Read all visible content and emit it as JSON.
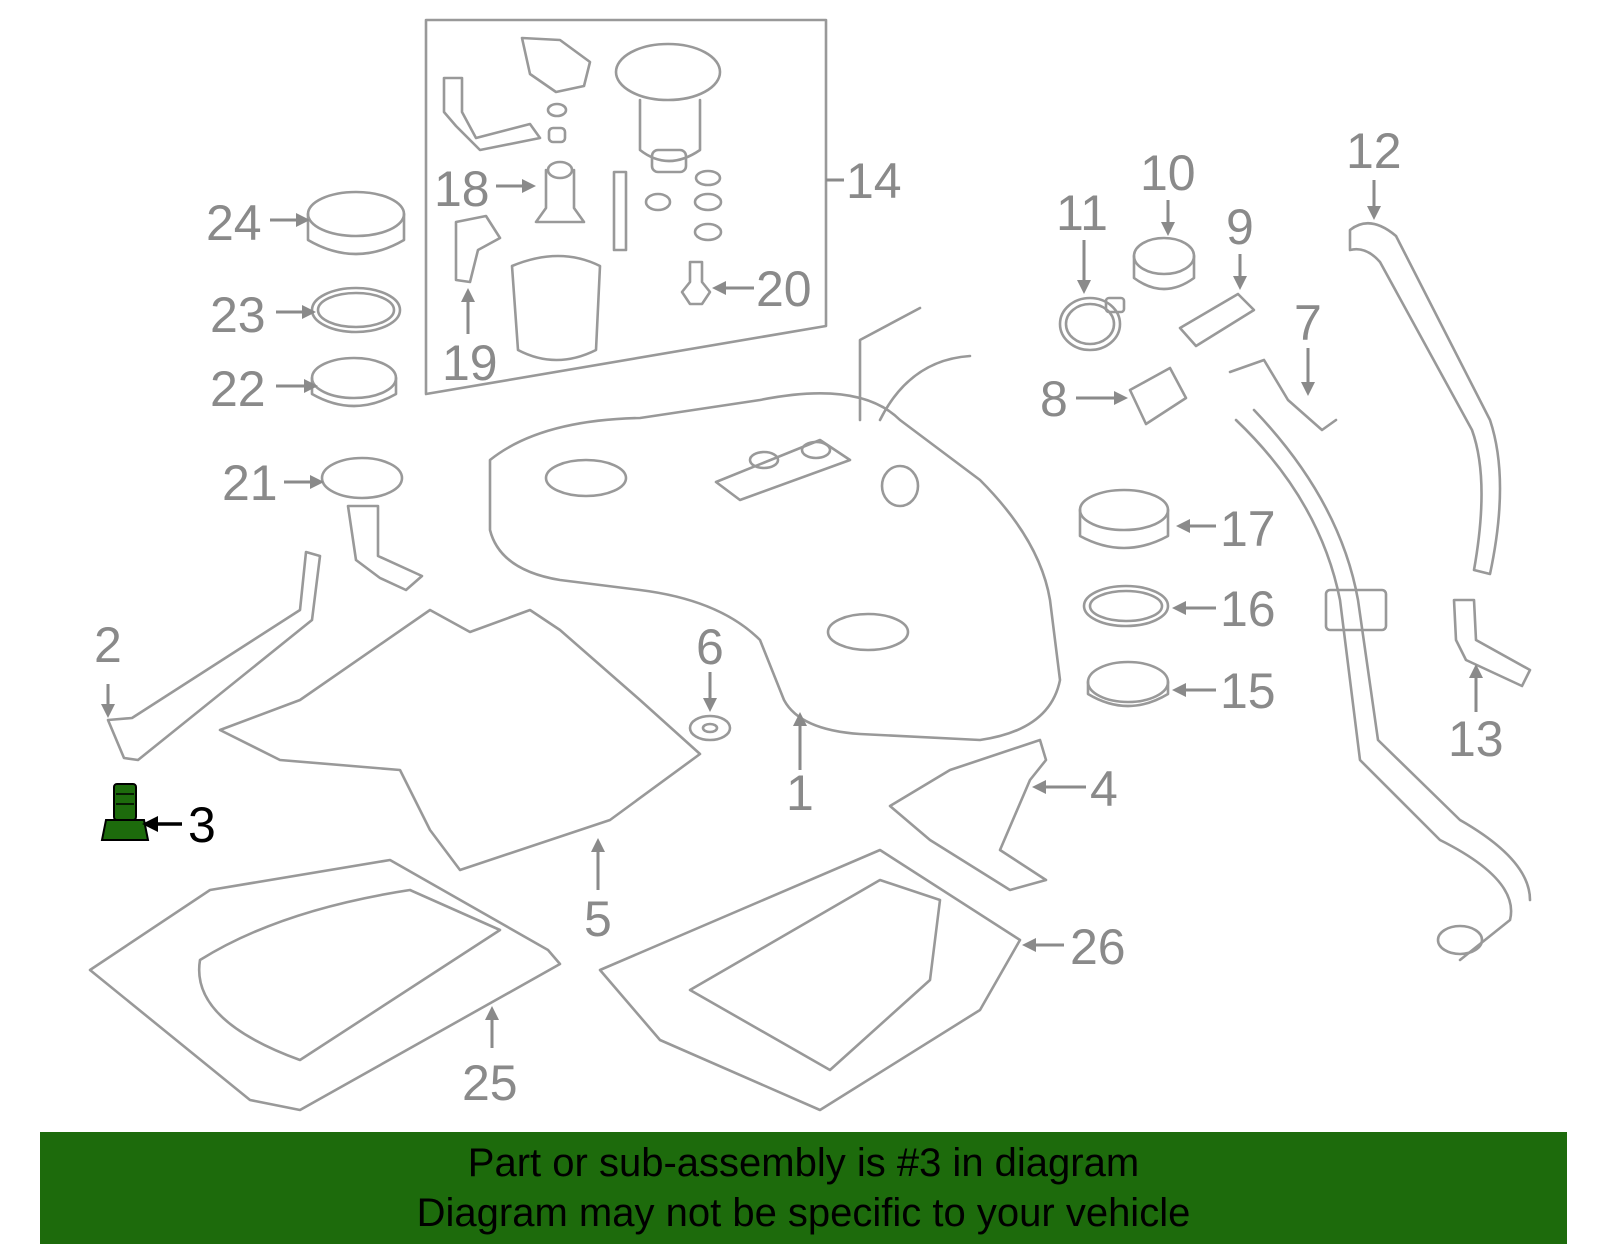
{
  "callouts": [
    {
      "id": "1",
      "label": "1"
    },
    {
      "id": "2",
      "label": "2"
    },
    {
      "id": "3",
      "label": "3"
    },
    {
      "id": "4",
      "label": "4"
    },
    {
      "id": "5",
      "label": "5"
    },
    {
      "id": "6",
      "label": "6"
    },
    {
      "id": "7",
      "label": "7"
    },
    {
      "id": "8",
      "label": "8"
    },
    {
      "id": "9",
      "label": "9"
    },
    {
      "id": "10",
      "label": "10"
    },
    {
      "id": "11",
      "label": "11"
    },
    {
      "id": "12",
      "label": "12"
    },
    {
      "id": "13",
      "label": "13"
    },
    {
      "id": "14",
      "label": "14"
    },
    {
      "id": "15",
      "label": "15"
    },
    {
      "id": "16",
      "label": "16"
    },
    {
      "id": "17",
      "label": "17"
    },
    {
      "id": "18",
      "label": "18"
    },
    {
      "id": "19",
      "label": "19"
    },
    {
      "id": "20",
      "label": "20"
    },
    {
      "id": "21",
      "label": "21"
    },
    {
      "id": "22",
      "label": "22"
    },
    {
      "id": "23",
      "label": "23"
    },
    {
      "id": "24",
      "label": "24"
    },
    {
      "id": "25",
      "label": "25"
    },
    {
      "id": "26",
      "label": "26"
    }
  ],
  "highlight": {
    "part": "3",
    "color": "#1d6b0c"
  },
  "banner": {
    "line1": "Part or sub-assembly is #3 in diagram",
    "line2": "Diagram may not be specific to your vehicle",
    "background": "#1d6b0c"
  }
}
